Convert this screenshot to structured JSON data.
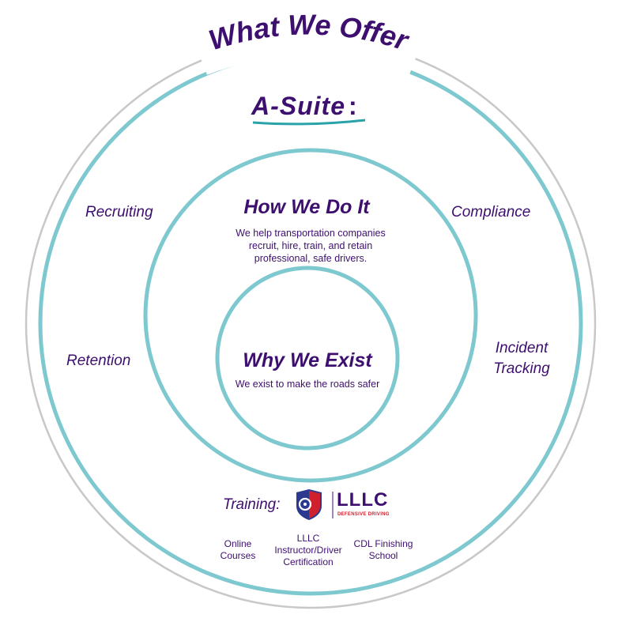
{
  "title": "What We Offer",
  "brand": {
    "name": "A-Suite",
    "suffix": ":"
  },
  "outer_items": {
    "recruiting": "Recruiting",
    "compliance": "Compliance",
    "retention": "Retention",
    "incident_line1": "Incident",
    "incident_line2": "Tracking"
  },
  "how": {
    "heading": "How We Do It",
    "line1": "We help transportation companies",
    "line2": "recruit, hire, train, and retain",
    "line3": "professional, safe drivers."
  },
  "why": {
    "heading": "Why We Exist",
    "text": "We exist to make the roads safer"
  },
  "training": {
    "label": "Training:",
    "logo_text": "LLLC",
    "logo_tagline": "DEFENSIVE DRIVING",
    "items": [
      {
        "line1": "Online",
        "line2": "Courses"
      },
      {
        "line1": "LLLC",
        "line2": "Instructor/Driver",
        "line3": "Certification"
      },
      {
        "line1": "CDL Finishing",
        "line2": "School"
      }
    ]
  },
  "colors": {
    "purple": "#3d0f6e",
    "teal_ring": "#7ec8d0",
    "gray_ring": "#c8c8c8",
    "logo_red": "#d0202e",
    "logo_navy": "#2b3a8f"
  }
}
